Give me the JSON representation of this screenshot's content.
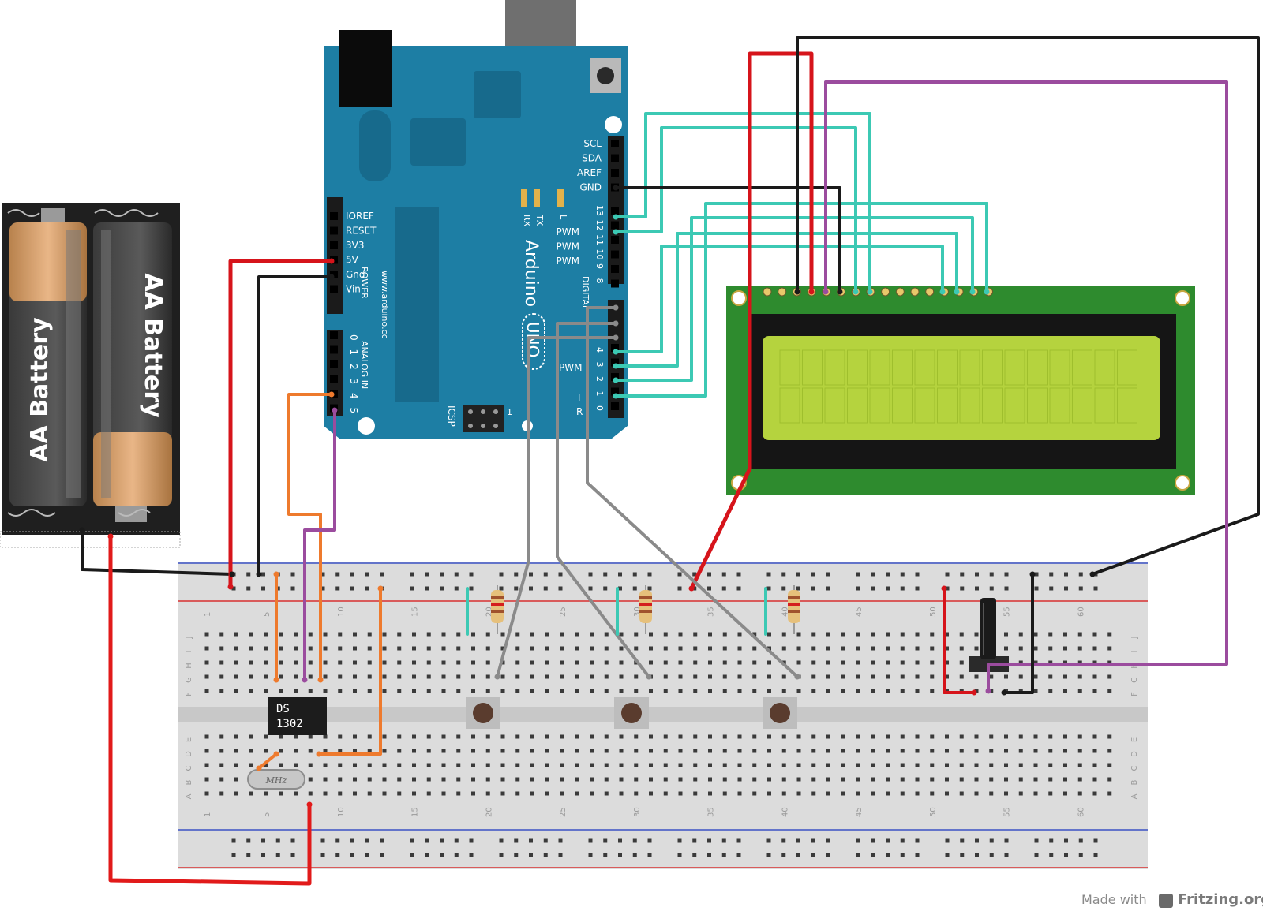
{
  "battery": {
    "cells": [
      {
        "label": "AA Battery"
      },
      {
        "label": "AA Battery"
      }
    ]
  },
  "arduino": {
    "brand": "Arduino",
    "model": "UNO",
    "url": "www.arduino.cc",
    "power_header": {
      "pins": [
        "IOREF",
        "RESET",
        "3V3",
        "5V",
        "Gnd",
        "Vin"
      ],
      "group_label": "POWER"
    },
    "analog_header": {
      "pins": [
        "0",
        "1",
        "2",
        "3",
        "4",
        "5"
      ],
      "group_label": "ANALOG IN"
    },
    "top_labels": [
      "SCL",
      "SDA",
      "AREF",
      "GND"
    ],
    "pwm_labels": [
      "PWM",
      "PWM",
      "PWM"
    ],
    "digital_high_numbers": [
      "13",
      "12",
      "11",
      "10",
      "9",
      "8"
    ],
    "digital_low_numbers": [
      "4",
      "3",
      "2",
      "1",
      "0"
    ],
    "digital_label": "DIGITAL",
    "lower_pwm_label": "PWM",
    "tx_label": "TX",
    "rx_label": "RX",
    "led_labels": [
      "RX",
      "TX",
      "L"
    ],
    "serial_labels": [
      "T",
      "R"
    ],
    "icsp_label": "ICSP",
    "icsp_pin1": "1"
  },
  "rtc_chip": {
    "line1": "DS",
    "line2": "1302"
  },
  "crystal": {
    "label": "MHz"
  },
  "breadboard": {
    "row_letters_top": [
      "J",
      "I",
      "H",
      "G",
      "F"
    ],
    "row_letters_bottom": [
      "E",
      "D",
      "C",
      "B",
      "A"
    ],
    "column_numbers": [
      "1",
      "5",
      "10",
      "15",
      "20",
      "25",
      "30",
      "35",
      "40",
      "45",
      "50",
      "55",
      "60"
    ]
  },
  "footer": {
    "made_with": "Made with",
    "brand": "Fritzing.org"
  },
  "colors": {
    "red_wire": "#d6141b",
    "black_wire": "#1a1a1a",
    "teal_wire": "#3cc9b4",
    "purple_wire": "#9b4c9e",
    "orange_wire": "#ee7a2d",
    "gray_wire": "#8a8a8a",
    "arduino_board": "#1d7ea4",
    "lcd_pcb": "#2e8b2e",
    "lcd_screen": "#b5d33e"
  }
}
